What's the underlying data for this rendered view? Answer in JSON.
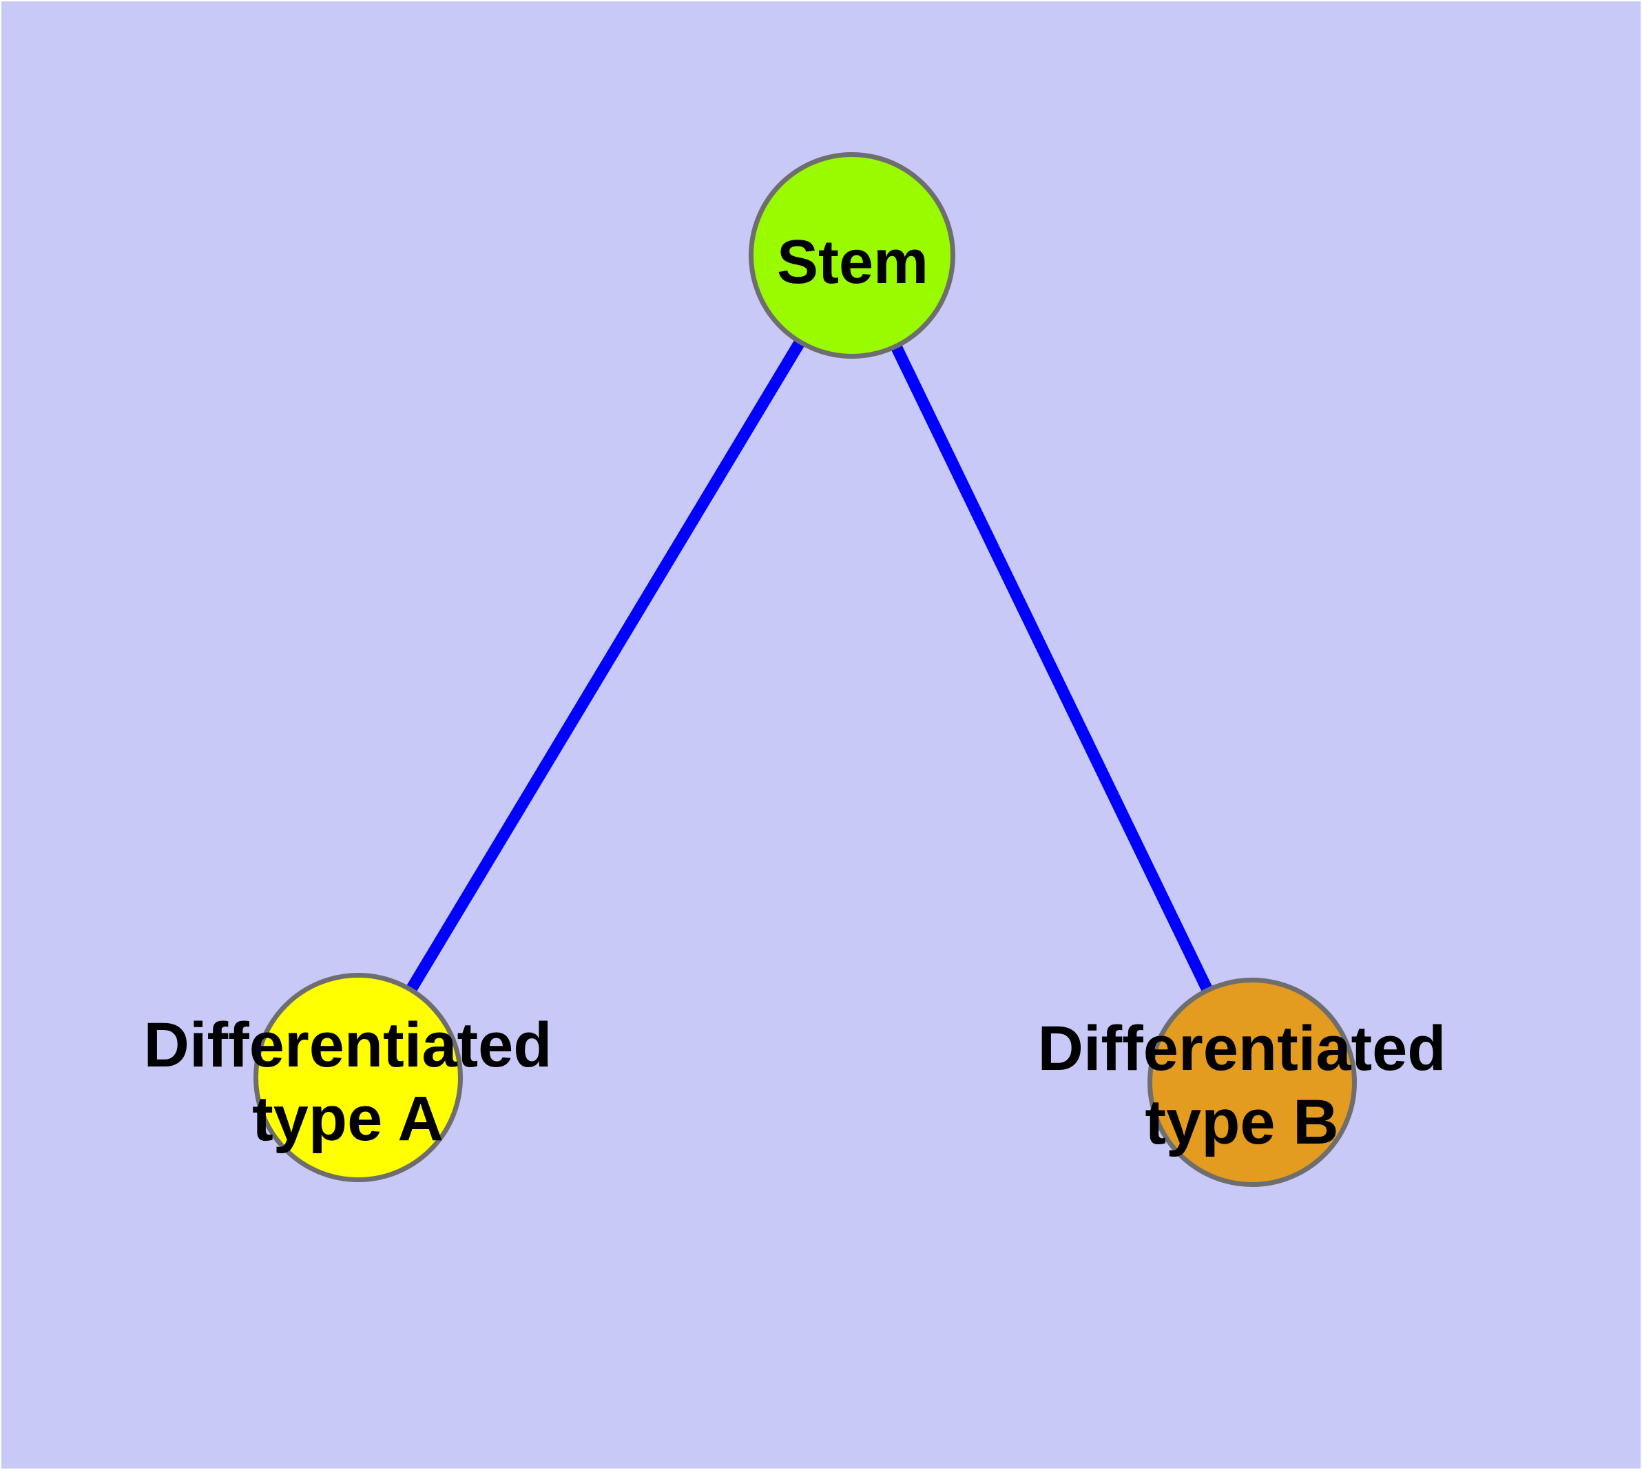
{
  "figure": {
    "type": "node-link-diagram",
    "page_background": "#FFFFFF",
    "plot_background": "#C9C9F8"
  },
  "nodes": [
    {
      "id": "stem",
      "label": "Stem",
      "fill": "#9AFB00",
      "border": "#6E6E6E"
    },
    {
      "id": "differentiated-type-a",
      "label": "Differentiated\ntype A",
      "fill": "#FFFF00",
      "border": "#6E6E6E"
    },
    {
      "id": "differentiated-type-b",
      "label": "Differentiated\ntype B",
      "fill": "#E39B20",
      "border": "#6E6E6E"
    }
  ],
  "edges": [
    {
      "from": "stem",
      "to": "differentiated-type-a",
      "color": "#0000FF"
    },
    {
      "from": "stem",
      "to": "differentiated-type-b",
      "color": "#0000FF"
    }
  ]
}
